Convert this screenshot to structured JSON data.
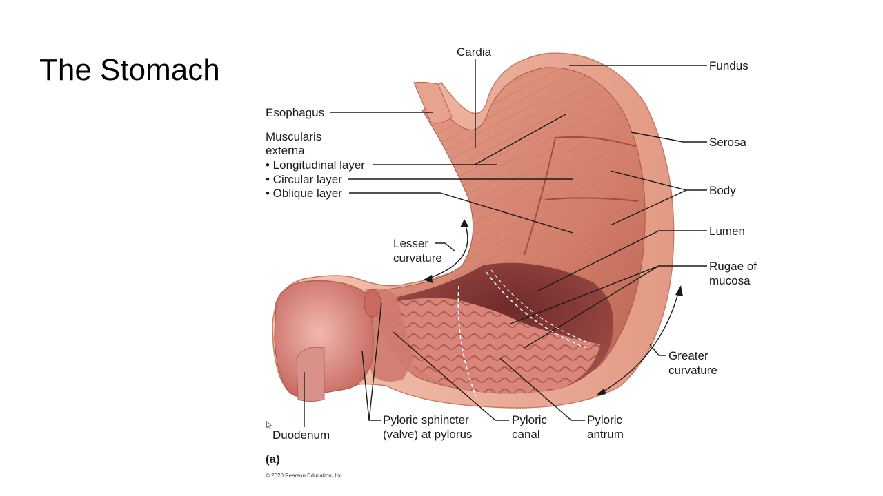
{
  "slide": {
    "title": "The Stomach"
  },
  "diagram": {
    "figure_label": "(a)",
    "copyright": "© 2020 Pearson Education, Inc.",
    "labels": {
      "cardia": "Cardia",
      "fundus": "Fundus",
      "esophagus": "Esophagus",
      "muscularis_line1": "Muscularis",
      "muscularis_line2": "externa",
      "longitudinal": "• Longitudinal layer",
      "circular": "• Circular layer",
      "oblique": "• Oblique layer",
      "serosa": "Serosa",
      "body": "Body",
      "lumen": "Lumen",
      "rugae_line1": "Rugae of",
      "rugae_line2": "mucosa",
      "lesser_line1": "Lesser",
      "lesser_line2": "curvature",
      "greater_line1": "Greater",
      "greater_line2": "curvature",
      "duodenum": "Duodenum",
      "pyloric_sphincter_line1": "Pyloric sphincter",
      "pyloric_sphincter_line2": "(valve) at pylorus",
      "pyloric_canal_line1": "Pyloric",
      "pyloric_canal_line2": "canal",
      "pyloric_antrum_line1": "Pyloric",
      "pyloric_antrum_line2": "antrum"
    },
    "colors": {
      "muscle": "#d98a78",
      "muscle_dark": "#b9604f",
      "serosa": "#efb8a2",
      "lumen": "#8a3e3b",
      "mucosa": "#d9857a",
      "duodenum": "#e6a39a"
    }
  }
}
